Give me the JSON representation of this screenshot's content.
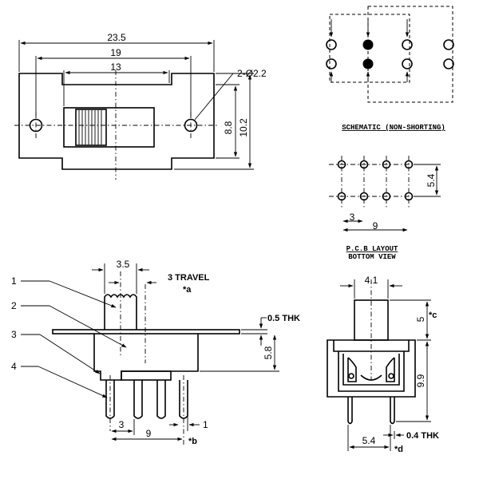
{
  "top_view": {
    "dim_overall": "23.5",
    "dim_inner": "19",
    "dim_slot": "13",
    "dim_holes": "2-Ø2.2",
    "dim_height_inner": "8.8",
    "dim_height_outer": "10.2"
  },
  "schematic": {
    "title": "SCHEMATIC (NON-SHORTING)"
  },
  "pcb_layout": {
    "title_line1": "P.C.B LAYOUT",
    "title_line2": "BOTTOM VIEW",
    "dim_row_spacing": "5.4",
    "dim_pitch": "3",
    "dim_span": "9"
  },
  "side_view": {
    "label_1": "1",
    "label_2": "2",
    "label_3": "3",
    "label_4": "4",
    "dim_actuator": "3.5",
    "dim_travel": "3 TRAVEL",
    "note_a": "*a",
    "dim_thk": "0.5 THK",
    "dim_body_height": "5.8",
    "dim_pitch": "3",
    "dim_pin_width": "1",
    "dim_span": "9",
    "note_b": "*b"
  },
  "end_view": {
    "dim_actuator_width": "4.1",
    "dim_actuator_height": "5",
    "note_c": "*c",
    "dim_body_height": "9.9",
    "dim_pin_thk": "0.4 THK",
    "dim_pin_offset": "5.4",
    "note_d": "*d"
  }
}
